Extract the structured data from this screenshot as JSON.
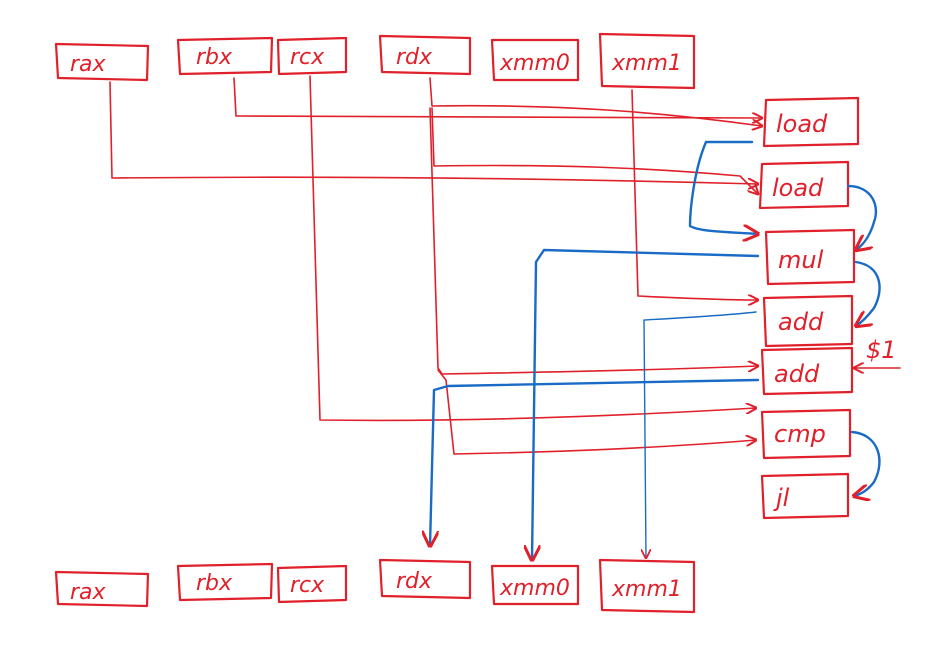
{
  "registers_top": [
    "rax",
    "rbx",
    "rcx",
    "rdx",
    "xmm0",
    "xmm1"
  ],
  "registers_bottom": [
    "rax",
    "rbx",
    "rcx",
    "rdx",
    "xmm0",
    "xmm1"
  ],
  "instructions": [
    "load",
    "load",
    "mul",
    "add",
    "add",
    "cmp",
    "jl"
  ],
  "immediate": "$1",
  "colors": {
    "register_and_op": "#e0202a",
    "data_flow_red": "#e0202a",
    "data_flow_blue": "#1a6bc6",
    "background": "#ffffff"
  }
}
